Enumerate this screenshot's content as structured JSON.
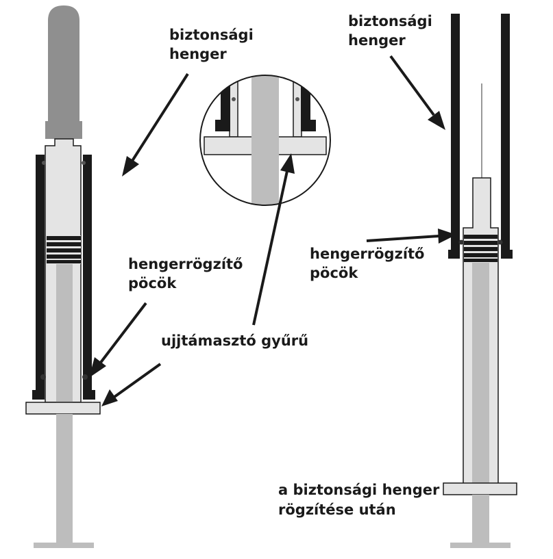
{
  "labels": {
    "safety_cylinder_left": [
      "biztonsági",
      "henger"
    ],
    "safety_cylinder_right": [
      "biztonsági",
      "henger"
    ],
    "locking_tab_left": [
      "hengerrögzítő",
      "pöcök"
    ],
    "locking_tab_right": [
      "hengerrögzítő",
      "pöcök"
    ],
    "finger_ring": "ujjtámasztó gyűrű",
    "after_locking": [
      "a biztonsági henger",
      "rögzítése után"
    ]
  },
  "colors": {
    "cylinder": "#1a1a1a",
    "syringe_body": "#e4e4e4",
    "plunger_rod": "#bdbdbd",
    "needle_cap": "#8f8f8f",
    "outline": "#1a1a1a",
    "background": "#ffffff"
  }
}
